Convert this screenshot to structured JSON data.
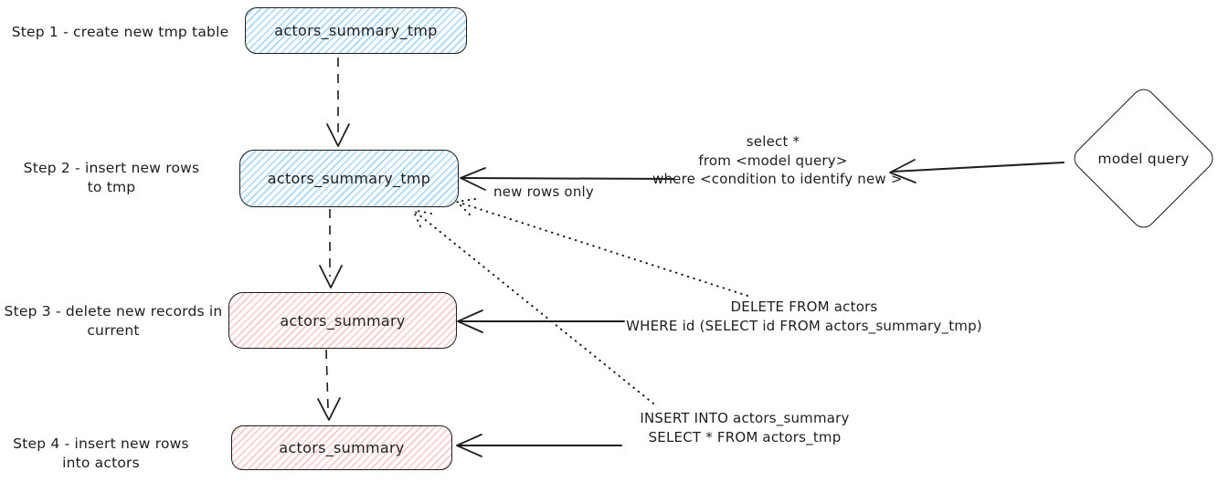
{
  "colors": {
    "stroke": "#1e1e1e",
    "blue_fill": "#a5d8ff",
    "red_fill": "#ffc9c9",
    "background": "#ffffff"
  },
  "steps": [
    {
      "lines": [
        "Step 1 - create new tmp table"
      ],
      "box_label": "actors_summary_tmp",
      "box_color": "blue"
    },
    {
      "lines": [
        "Step 2 - insert new rows",
        "to tmp"
      ],
      "box_label": "actors_summary_tmp",
      "box_color": "blue"
    },
    {
      "lines": [
        "Step 3 - delete new records in",
        "current"
      ],
      "box_label": "actors_summary",
      "box_color": "red"
    },
    {
      "lines": [
        "Step 4 - insert new rows",
        "into actors"
      ],
      "box_label": "actors_summary",
      "box_color": "red"
    }
  ],
  "diamond": {
    "label": "model query"
  },
  "annotations": {
    "new_rows_only": "new rows only",
    "select_query": [
      "select *",
      "from <model query>",
      "where <condition to identify new >"
    ],
    "delete_query": [
      "DELETE FROM actors",
      "WHERE id (SELECT id FROM actors_summary_tmp)"
    ],
    "insert_query": [
      "INSERT INTO actors_summary",
      "SELECT * FROM actors_tmp"
    ]
  }
}
